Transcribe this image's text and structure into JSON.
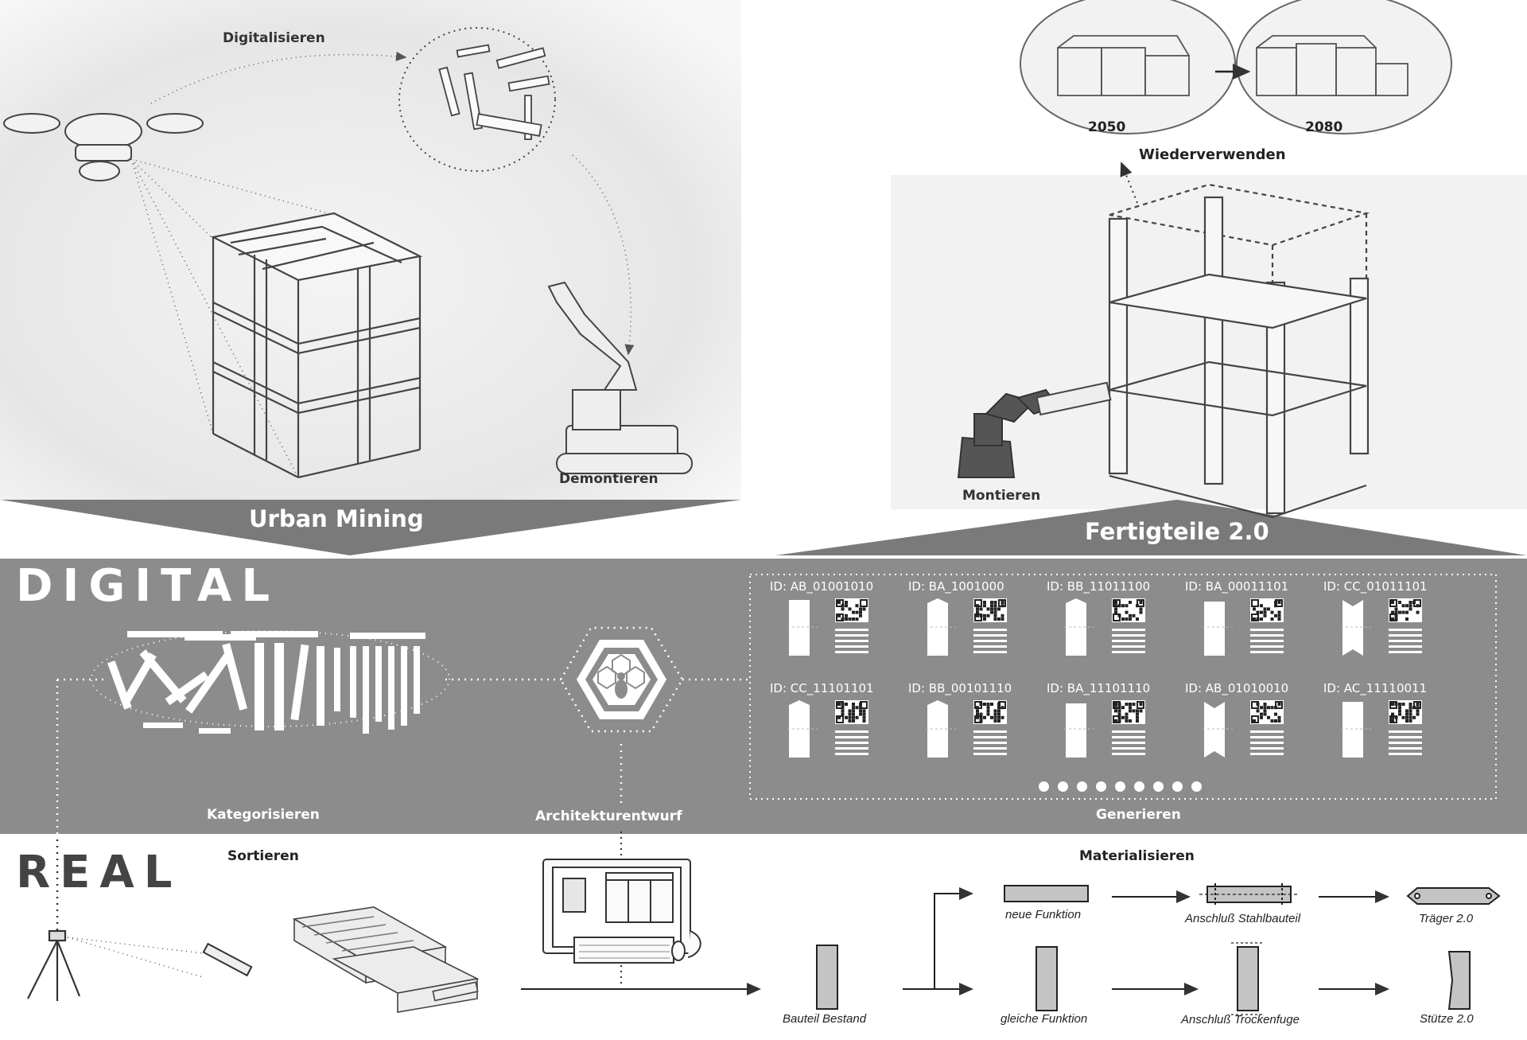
{
  "top_left": {
    "labels": {
      "digitize": "Digitalisieren",
      "dismantle": "Demontieren"
    },
    "banner": "Urban Mining"
  },
  "top_right": {
    "years": [
      "2050",
      "2080"
    ],
    "labels": {
      "reuse": "Wiederverwenden",
      "assemble": "Montieren"
    },
    "banner": "Fertigteile 2.0"
  },
  "digital": {
    "title": "DIGITAL",
    "labels": {
      "categorize": "Kategorisieren",
      "design": "Architekturentwurf",
      "generate": "Generieren"
    },
    "components": [
      "ID: AB_01001010",
      "ID: BA_1001000",
      "ID: BB_11011100",
      "ID: BA_00011101",
      "ID: CC_01011101",
      "ID: CC_11101101",
      "ID: BB_00101110",
      "ID: BA_11101110",
      "ID: AB_01010010",
      "ID: AC_11110011"
    ]
  },
  "real": {
    "title": "REAL",
    "labels": {
      "sort": "Sortieren",
      "materialize": "Materialisieren"
    },
    "flow": {
      "existing": "Bauteil Bestand",
      "new_function": "neue Funktion",
      "same_function": "gleiche Funktion",
      "steel_joint": "Anschluß Stahlbauteil",
      "dry_joint": "Anschluß Trockenfuge",
      "beam": "Träger 2.0",
      "column": "Stütze 2.0"
    }
  }
}
